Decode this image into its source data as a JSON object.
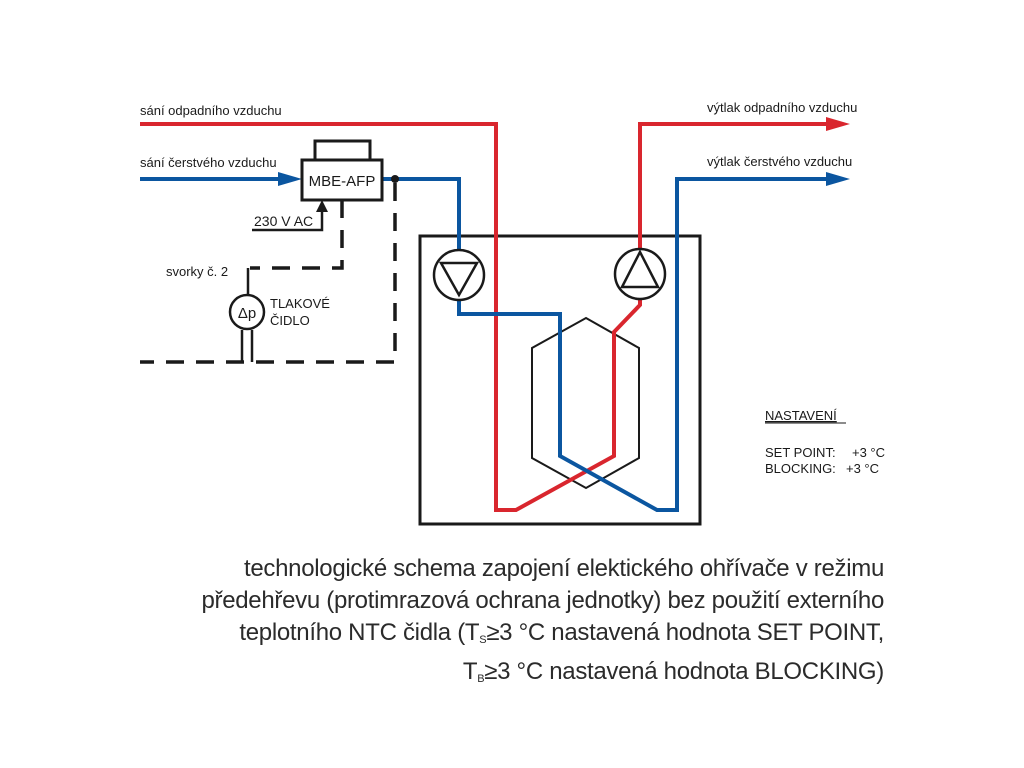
{
  "colors": {
    "exhaust_air": "#d9262e",
    "fresh_air": "#0b56a0",
    "lines": "#1a1a1a"
  },
  "labels": {
    "exhaust_intake": "sání odpadního vzduchu",
    "fresh_intake": "sání čerstvého vzduchu",
    "exhaust_outlet": "výtlak odpadního vzduchu",
    "fresh_outlet": "výtlak čerstvého vzduchu",
    "controller": "MBE-AFP",
    "power_supply": "230 V AC",
    "terminals": "svorky č. 2",
    "pressure_symbol": "Δp",
    "pressure_sensor_line1": "TLAKOVÉ",
    "pressure_sensor_line2": "ČIDLO"
  },
  "components": {
    "supply_fan_icon": "fan-down-triangle-icon",
    "exhaust_fan_icon": "fan-up-triangle-icon",
    "heat_exchanger_icon": "hexagon-heat-exchanger-icon",
    "pressure_sensor_icon": "circle-pressure-sensor-icon"
  },
  "settings": {
    "title": "NASTAVENÍ",
    "set_point_label": "SET POINT:",
    "set_point_value": "+3 °C",
    "blocking_label": "BLOCKING:",
    "blocking_value": "+3 °C"
  },
  "caption": {
    "line1": "technologické schema zapojení elektického ohřívače v režimu",
    "line2": "předehřevu (protimrazová ochrana jednotky) bez použití externího",
    "line3_prefix": "teplotního NTC čidla (T",
    "line3_sub": "S",
    "line3_suffix": "≥3 °C nastavená hodnota SET POINT,",
    "line4_prefix": "T",
    "line4_sub": "B",
    "line4_suffix": "≥3 °C nastavená hodnota BLOCKING)"
  }
}
